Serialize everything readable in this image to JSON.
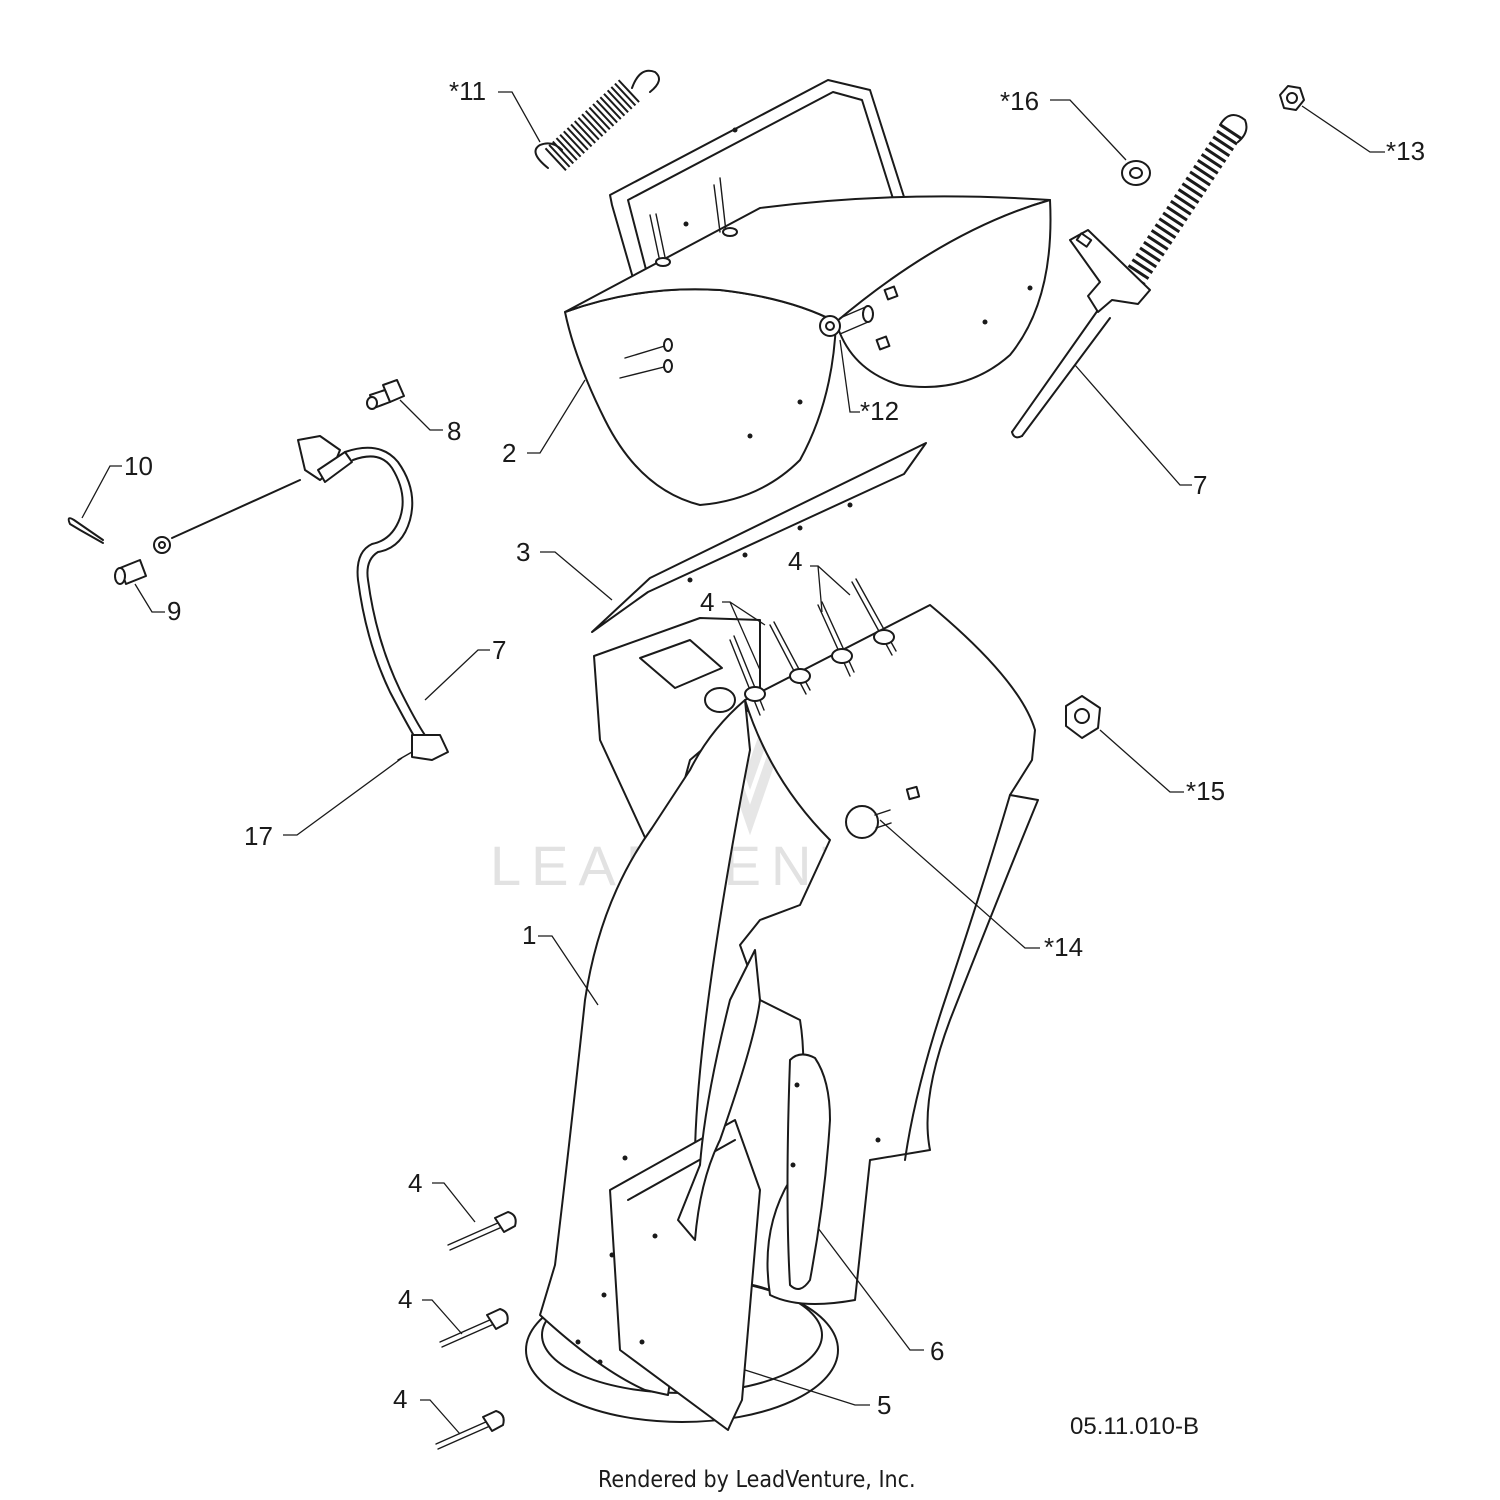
{
  "watermark": "LEADVENTURE",
  "drawing_ref": "05.11.010-B",
  "credit": "Rendered by LeadVenture, Inc.",
  "callouts": {
    "c11": "*11",
    "c16": "*16",
    "c13": "*13",
    "c12": "*12",
    "c8": "8",
    "c2": "2",
    "c10": "10",
    "c7a": "7",
    "c9": "9",
    "c3": "3",
    "c4a": "4",
    "c4b": "4",
    "c7b": "7",
    "c15": "*15",
    "c17": "17",
    "c14": "*14",
    "c1": "1",
    "c4c": "4",
    "c4d": "4",
    "c4e": "4",
    "c6": "6",
    "c5": "5"
  }
}
